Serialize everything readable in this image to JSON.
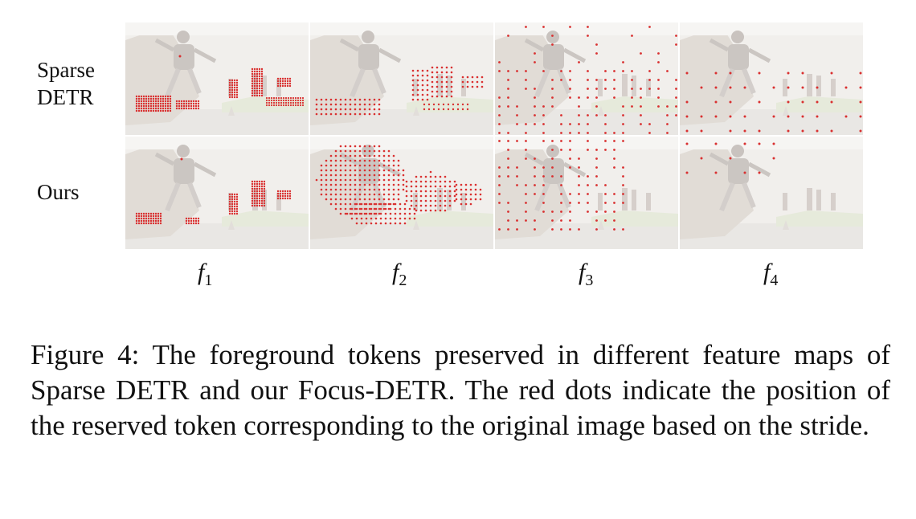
{
  "figure": {
    "row_labels": {
      "sparse_line1": "Sparse",
      "sparse_line2": "DETR",
      "ours": "Ours"
    },
    "columns": [
      {
        "base": "f",
        "sub": "1"
      },
      {
        "base": "f",
        "sub": "2"
      },
      {
        "base": "f",
        "sub": "3"
      },
      {
        "base": "f",
        "sub": "4"
      }
    ],
    "dot_color": "#d93030"
  },
  "caption": "Figure 4: The foreground tokens preserved in different feature maps of Sparse DETR and our Focus-DETR. The red dots indicate the position of the reserved token corresponding to the original image based on the stride."
}
